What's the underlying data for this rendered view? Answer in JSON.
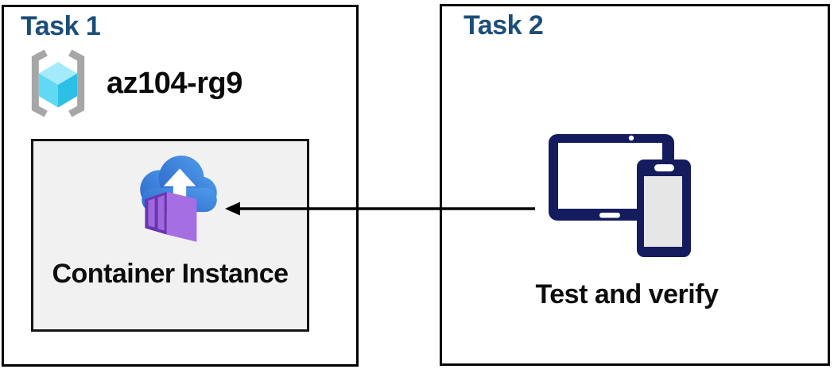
{
  "task1": {
    "title": "Task 1",
    "resource_group_name": "az104-rg9",
    "container_label": "Container Instance"
  },
  "task2": {
    "title": "Task 2",
    "caption": "Test and verify"
  },
  "connector": {
    "type": "arrow",
    "from": "devices-icon",
    "to": "container-instance-icon",
    "direction": "right-to-left"
  },
  "icons": {
    "resource_group": "resource-group-icon",
    "container_instance": "container-instance-icon",
    "devices": "devices-icon"
  },
  "colors": {
    "title_blue": "#1b4e79",
    "box_border": "#000000",
    "inner_box_bg": "#f1f1f1",
    "device_navy": "#151c5e",
    "device_screen_gray": "#e6e6e6",
    "cloud_blue_light": "#4f9ce9",
    "cloud_blue_dark": "#2b66cb",
    "bracket_gray": "#a6a6a6",
    "cube_top": "#a3ebfa",
    "cube_left": "#62d9f3",
    "cube_right": "#2dc0e6",
    "container_door_dark": "#6a35ae",
    "container_door_panel": "#9c68db",
    "container_top": "#b587ea",
    "container_side": "#a56ee2"
  }
}
